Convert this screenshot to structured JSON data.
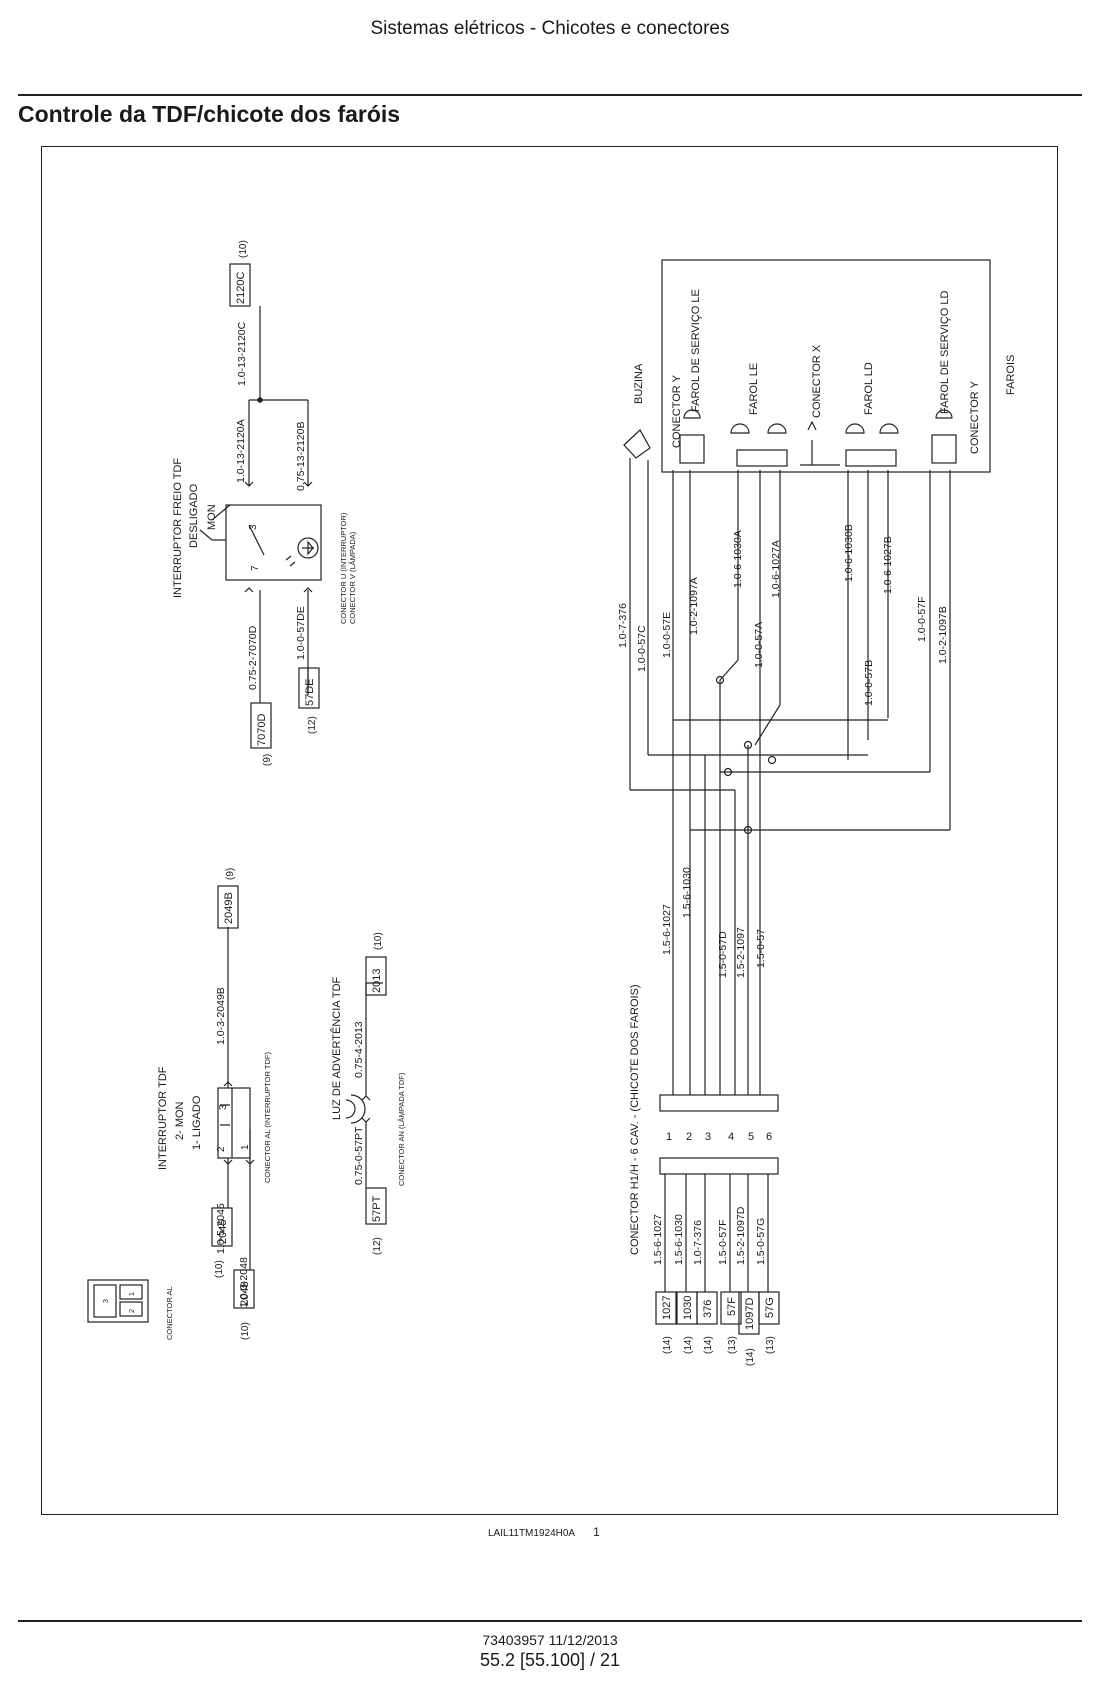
{
  "header": {
    "title": "Sistemas elétricos - Chicotes e conectores",
    "section_title": "Controle da TDF/chicote dos faróis"
  },
  "figure": {
    "ref": "LAIL11TM1924H0A",
    "number": "1"
  },
  "footer": {
    "doc_date": "73403957 11/12/2013",
    "page": "55.2 [55.100] / 21"
  },
  "diagram": {
    "pto_brake": {
      "switch_title": "INTERRUPTOR FREIO TDF",
      "switch_state": "DESLIGADO",
      "switch_mon": "MON",
      "conn_u": "CONECTOR U (INTERRUPTOR)",
      "conn_v": "CONECTOR V (LÂMPADA)",
      "wire_2120c_main": "1.0-13-2120C",
      "tag_2120c": "2120C",
      "ref_2120c": "(10)",
      "wire_2120a": "1.0-13-2120A",
      "wire_2120b": "0.75-13-2120B",
      "wire_7070d": "0.75-2-7070D",
      "tag_7070d": "7070D",
      "ref_7070d": "(9)",
      "wire_57de": "1.0-0-57DE",
      "tag_57de": "57DE",
      "ref_57de": "(12)",
      "pin_3": "3",
      "pin_7": "7"
    },
    "pto_switch": {
      "title": "INTERRUPTOR TDF",
      "state_2": "2- MON",
      "state_1": "1- LIGADO",
      "conn": "CONECTOR AL (INTERRUPTOR TDF)",
      "conn_al": "CONECTOR AL",
      "pin_1": "1",
      "pin_2": "2",
      "pin_3": "3",
      "wire_2045": "1.0-5-2045",
      "tag_2045": "2045",
      "ref_2045": "(10)",
      "wire_2048": "1.0-3-2048",
      "tag_2048": "2048",
      "ref_2048": "(10)",
      "wire_2049b": "1.0-3-2049B",
      "tag_2049b": "2049B",
      "ref_2049b": "(9)"
    },
    "warning": {
      "title": "LUZ DE ADVERTÊNCIA TDF",
      "conn": "CONECTOR AN (LÂMPADA TDF)",
      "wire_57pt": "0.75-0-57PT",
      "tag_57pt": "57PT",
      "ref_57pt": "(12)",
      "wire_2013": "0.75-4-2013",
      "tag_2013": "2013",
      "ref_2013": "(10)"
    },
    "lights": {
      "box_title": "FAROIS",
      "farol_servico_le": "FAROL DE SERVIÇO LE",
      "farol_le": "FAROL LE",
      "conector_x": "CONECTOR X",
      "farol_ld": "FAROL LD",
      "farol_servico_ld": "FAROL DE SERVIÇO LD",
      "conector_y_left": "CONECTOR Y",
      "conector_y_right": "CONECTOR Y",
      "buzina": "BUZINA",
      "wires_upper": [
        "1.0-7-376",
        "1.0-0-57C",
        "1.0-0-57E",
        "1.0-2-1097A",
        "1.0-6-1030A",
        "1.0-0-57A",
        "1.0-6-1027A",
        "1.0-6-1030B",
        "1.0-0-57B",
        "1.0-6-1027B",
        "1.0-0-57F",
        "1.0-2-1097B"
      ]
    },
    "harness": {
      "title": "CONECTOR H1/H - 6 CAV. - (CHICOTE DOS FAROIS)",
      "pins": [
        "1",
        "2",
        "3",
        "4",
        "5",
        "6"
      ],
      "main_wires": [
        "1.5-6-1027",
        "1.5-6-1030",
        "1.5-0-57D",
        "1.5-2-1097",
        "1.5-0-57"
      ],
      "out_wires": [
        "1.5-6-1027",
        "1.5-6-1030",
        "1.0-7-376",
        "1.5-0-57F",
        "1.5-2-1097D",
        "1.5-0-57G"
      ],
      "tags": [
        "1027",
        "1030",
        "376",
        "57F",
        "1097D",
        "57G"
      ],
      "refs": [
        "(14)",
        "(14)",
        "(14)",
        "(13)",
        "(14)",
        "(13)"
      ]
    }
  }
}
